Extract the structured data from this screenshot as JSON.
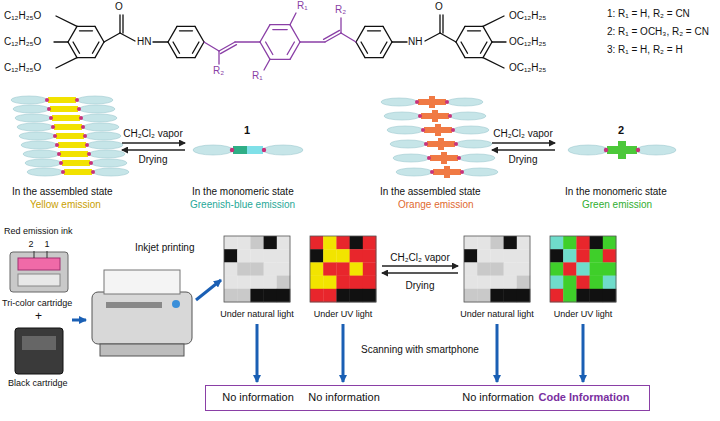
{
  "diagram": {
    "nodes": [
      {
        "text": [
          "No information",
          "No information",
          "No information",
          "Code Information"
        ]
      }
    ],
    "labels": [
      "C₁₂H₂₅O",
      "C₁₂H₂₅O",
      "C₁₂H₂₅O",
      "O",
      "HN",
      "R₁",
      "R₂",
      "R₁",
      "R₂",
      "NH",
      "O",
      "OC₁₂H₂₅",
      "OC₁₂H₂₅",
      "OC₁₂H₂₅",
      "1: R₁ = H, R₂ = CN",
      "2: R₁ = OCH₃, R₂ = CN",
      "3: R₁ = H, R₂ = H",
      "In the assembled state",
      "Yellow emission",
      "CH₂Cl₂ vapor",
      "Drying",
      "1",
      "In the monomeric state",
      "Greenish-blue emission",
      "In the assembled state",
      "Orange emission",
      "CH₂Cl₂ vapor",
      "Drying",
      "2",
      "In the monomeric state",
      "Green emission",
      "Red emission ink",
      "2",
      "1",
      "Tri-color cartridge",
      "+",
      "Black cartridge",
      "Inkjet printing",
      "Under natural light",
      "Under UV light",
      "CH₂Cl₂ vapor",
      "Drying",
      "Under natural light",
      "Under UV light",
      "Scanning with smartphone"
    ]
  }
}
